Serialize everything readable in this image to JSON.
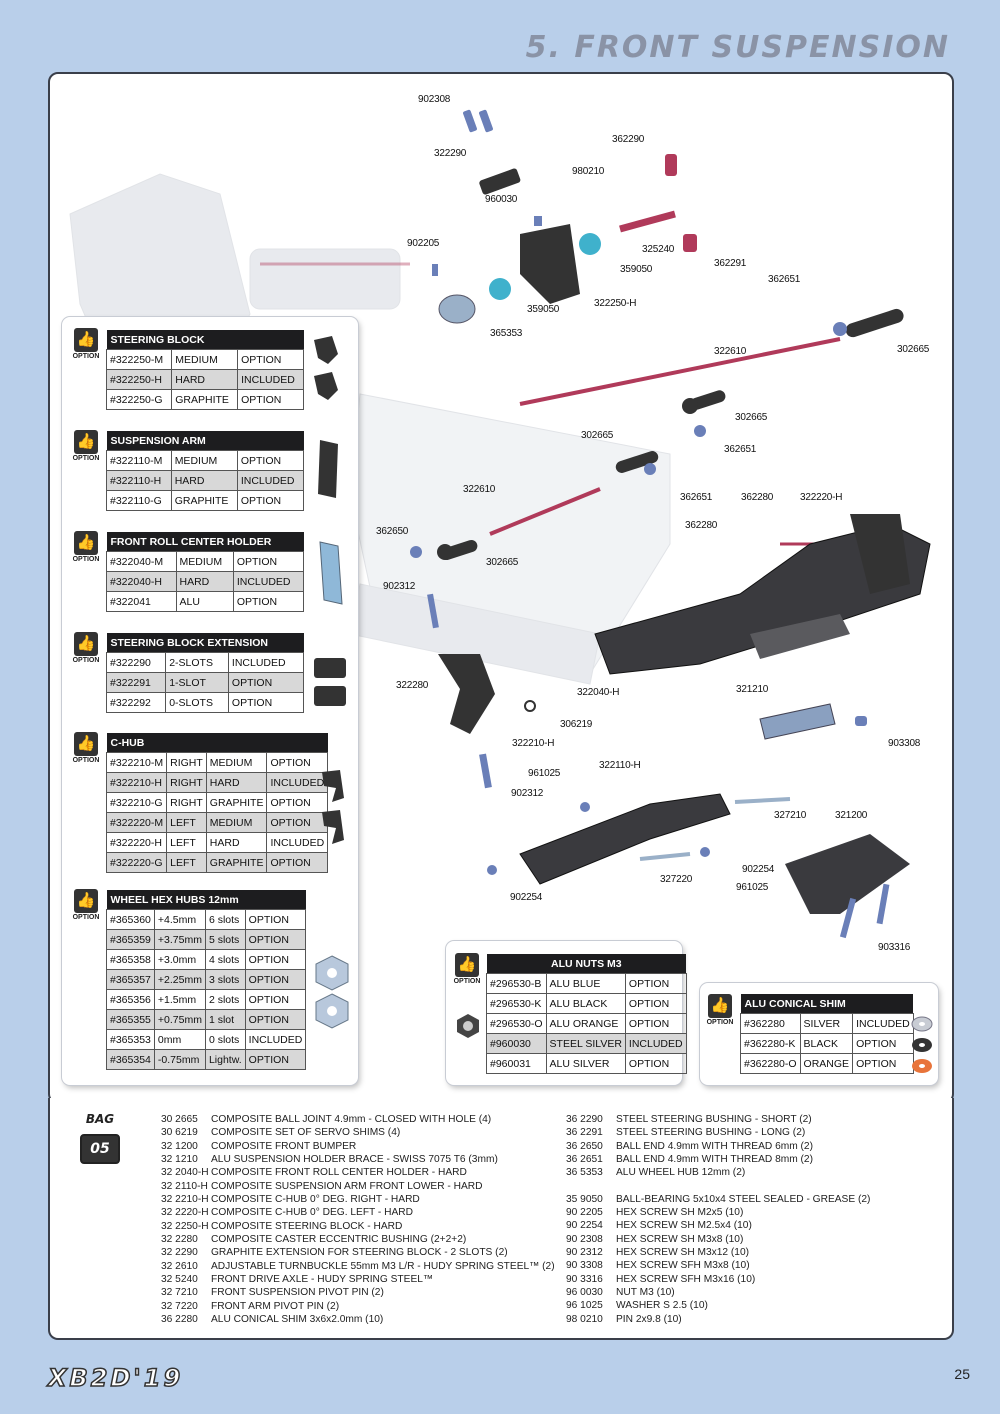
{
  "page": {
    "title": "5. FRONT SUSPENSION",
    "logo": "XB2D'19",
    "page_number": "25"
  },
  "option_label": "OPTION",
  "options": [
    {
      "title": "STEERING  BLOCK",
      "rows": [
        [
          "#322250-M",
          "MEDIUM",
          "OPTION"
        ],
        [
          "#322250-H",
          "HARD",
          "INCLUDED"
        ],
        [
          "#322250-G",
          "GRAPHITE",
          "OPTION"
        ]
      ]
    },
    {
      "title": "SUSPENSION ARM",
      "rows": [
        [
          "#322110-M",
          "MEDIUM",
          "OPTION"
        ],
        [
          "#322110-H",
          "HARD",
          "INCLUDED"
        ],
        [
          "#322110-G",
          "GRAPHITE",
          "OPTION"
        ]
      ]
    },
    {
      "title": "FRONT ROLL CENTER HOLDER",
      "rows": [
        [
          "#322040-M",
          "MEDIUM",
          "OPTION"
        ],
        [
          "#322040-H",
          "HARD",
          "INCLUDED"
        ],
        [
          "#322041",
          "ALU",
          "OPTION"
        ]
      ]
    },
    {
      "title": "STEERING  BLOCK EXTENSION",
      "rows": [
        [
          "#322290",
          "2-SLOTS",
          "INCLUDED"
        ],
        [
          "#322291",
          "1-SLOT",
          "OPTION"
        ],
        [
          "#322292",
          "0-SLOTS",
          "OPTION"
        ]
      ]
    },
    {
      "title": "C-HUB",
      "rows": [
        [
          "#322210-M",
          "RIGHT",
          "MEDIUM",
          "OPTION"
        ],
        [
          "#322210-H",
          "RIGHT",
          "HARD",
          "INCLUDED"
        ],
        [
          "#322210-G",
          "RIGHT",
          "GRAPHITE",
          "OPTION"
        ],
        [
          "#322220-M",
          "LEFT",
          "MEDIUM",
          "OPTION"
        ],
        [
          "#322220-H",
          "LEFT",
          "HARD",
          "INCLUDED"
        ],
        [
          "#322220-G",
          "LEFT",
          "GRAPHITE",
          "OPTION"
        ]
      ]
    },
    {
      "title": "WHEEL HEX HUBS 12mm",
      "rows": [
        [
          "#365360",
          "+4.5mm",
          "6 slots",
          "OPTION"
        ],
        [
          "#365359",
          "+3.75mm",
          "5 slots",
          "OPTION"
        ],
        [
          "#365358",
          "+3.0mm",
          "4 slots",
          "OPTION"
        ],
        [
          "#365357",
          "+2.25mm",
          "3 slots",
          "OPTION"
        ],
        [
          "#365356",
          "+1.5mm",
          "2 slots",
          "OPTION"
        ],
        [
          "#365355",
          "+0.75mm",
          "1 slot",
          "OPTION"
        ],
        [
          "#365353",
          "0mm",
          "0 slots",
          "INCLUDED"
        ],
        [
          "#365354",
          "-0.75mm",
          "Lightw.",
          "OPTION"
        ]
      ]
    }
  ],
  "alu_nuts": {
    "title": "ALU NUTS M3",
    "rows": [
      [
        "#296530-B",
        "ALU BLUE",
        "OPTION"
      ],
      [
        "#296530-K",
        "ALU BLACK",
        "OPTION"
      ],
      [
        "#296530-O",
        "ALU ORANGE",
        "OPTION"
      ],
      [
        "#960030",
        "STEEL SILVER",
        "INCLUDED"
      ],
      [
        "#960031",
        "ALU SILVER",
        "OPTION"
      ]
    ]
  },
  "alu_shim": {
    "title": "ALU CONICAL SHIM",
    "rows": [
      [
        "#362280",
        "SILVER",
        "INCLUDED"
      ],
      [
        "#362280-K",
        "BLACK",
        "OPTION"
      ],
      [
        "#362280-O",
        "ORANGE",
        "OPTION"
      ]
    ]
  },
  "callouts": [
    "902308",
    "322290",
    "362290",
    "980210",
    "960030",
    "902205",
    "325240",
    "362291",
    "359050",
    "359050",
    "322250-H",
    "365353",
    "362651",
    "302665",
    "322610",
    "302665",
    "302665",
    "362651",
    "322610",
    "362651",
    "362280",
    "362280",
    "322220-H",
    "362650",
    "302665",
    "902312",
    "322280",
    "306219",
    "322040-H",
    "321210",
    "903308",
    "322210-H",
    "961025",
    "322110-H",
    "902312",
    "327210",
    "321200",
    "902254",
    "961025",
    "327220",
    "902254",
    "903316"
  ],
  "bag": {
    "label": "BAG",
    "number": "05"
  },
  "bom_left": [
    [
      "30 2665",
      "COMPOSITE BALL JOINT 4.9mm - CLOSED WITH HOLE (4)"
    ],
    [
      "30 6219",
      "COMPOSITE SET OF SERVO SHIMS (4)"
    ],
    [
      "32 1200",
      "COMPOSITE FRONT BUMPER"
    ],
    [
      "32 1210",
      "ALU SUSPENSION HOLDER BRACE - SWISS 7075 T6 (3mm)"
    ],
    [
      "32 2040-H",
      "COMPOSITE FRONT ROLL CENTER HOLDER - HARD"
    ],
    [
      "32 2110-H",
      "COMPOSITE SUSPENSION ARM FRONT LOWER - HARD"
    ],
    [
      "32 2210-H",
      "COMPOSITE C-HUB 0° DEG. RIGHT - HARD"
    ],
    [
      "32 2220-H",
      "COMPOSITE C-HUB 0° DEG. LEFT - HARD"
    ],
    [
      "32 2250-H",
      "COMPOSITE STEERING BLOCK - HARD"
    ],
    [
      "32 2280",
      "COMPOSITE CASTER ECCENTRIC BUSHING (2+2+2)"
    ],
    [
      "32 2290",
      "GRAPHITE EXTENSION FOR STEERING BLOCK - 2 SLOTS (2)"
    ],
    [
      "32 2610",
      "ADJUSTABLE TURNBUCKLE 55mm M3 L/R - HUDY SPRING STEEL™ (2)"
    ],
    [
      "32 5240",
      "FRONT DRIVE AXLE - HUDY SPRING STEEL™"
    ],
    [
      "32 7210",
      "FRONT SUSPENSION PIVOT PIN (2)"
    ],
    [
      "32 7220",
      "FRONT ARM PIVOT PIN (2)"
    ],
    [
      "36 2280",
      "ALU CONICAL SHIM 3x6x2.0mm (10)"
    ]
  ],
  "bom_right": [
    [
      "36 2290",
      "STEEL STEERING BUSHING - SHORT (2)"
    ],
    [
      "36 2291",
      "STEEL STEERING BUSHING - LONG (2)"
    ],
    [
      "36 2650",
      "BALL END 4.9mm WITH THREAD 6mm (2)"
    ],
    [
      "36 2651",
      "BALL END 4.9mm WITH THREAD 8mm (2)"
    ],
    [
      "36 5353",
      "ALU WHEEL HUB 12mm (2)"
    ],
    [
      "35 9050",
      "BALL-BEARING 5x10x4 STEEL SEALED - GREASE (2)"
    ],
    [
      "90 2205",
      "HEX SCREW  SH M2x5  (10)"
    ],
    [
      "90 2254",
      "HEX SCREW SH M2.5x4  (10)"
    ],
    [
      "90 2308",
      "HEX SCREW  SH M3x8  (10)"
    ],
    [
      "90 2312",
      "HEX SCREW  SH M3x12  (10)"
    ],
    [
      "90 3308",
      "HEX SCREW  SFH M3x8  (10)"
    ],
    [
      "90 3316",
      "HEX SCREW  SFH M3x16  (10)"
    ],
    [
      "96 0030",
      "NUT M3  (10)"
    ],
    [
      "96 1025",
      "WASHER S 2.5  (10)"
    ],
    [
      "98 0210",
      "PIN 2x9.8  (10)"
    ]
  ]
}
